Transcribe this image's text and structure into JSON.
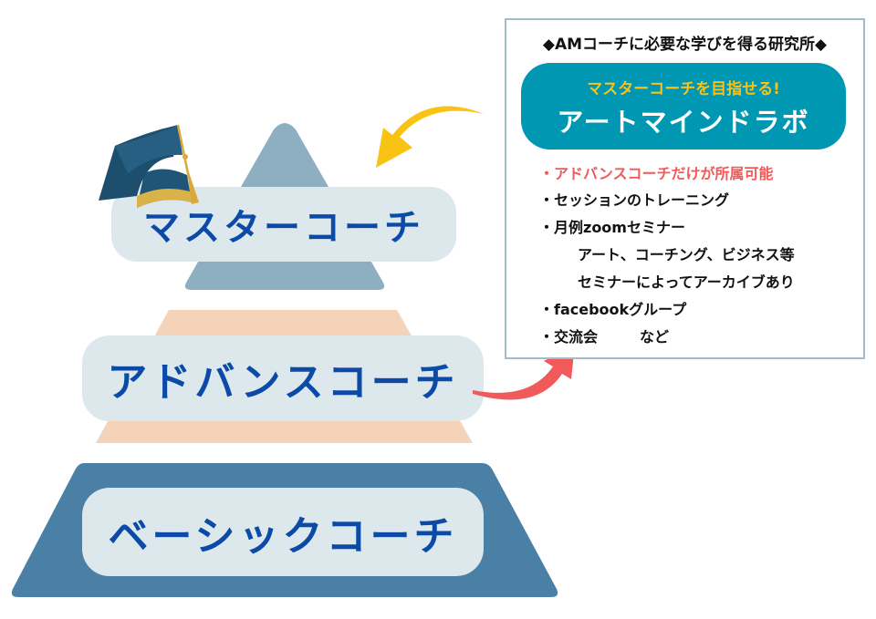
{
  "pyramid": {
    "levels": [
      {
        "label": "マスターコーチ"
      },
      {
        "label": "アドバンスコーチ"
      },
      {
        "label": "ベーシックコーチ"
      }
    ]
  },
  "info_box": {
    "title": "◆AMコーチに必要な学びを得る研究所◆",
    "banner_sub": "マスターコーチを目指せる!",
    "banner_main": "アートマインドラボ",
    "bullet": "・",
    "items": [
      {
        "text": "アドバンスコーチだけが所属可能"
      },
      {
        "text": "セッションのトレーニング"
      },
      {
        "text": "月例zoomセミナー"
      },
      {
        "text": "アート、コーチング、ビジネス等"
      },
      {
        "text": "セミナーによってアーカイブあり"
      },
      {
        "text": "facebookグループ"
      },
      {
        "text": "交流会"
      },
      {
        "text": "など"
      }
    ]
  },
  "colors": {
    "top_tier": "#8eafc2",
    "middle_tier": "#f4d3b8",
    "bottom_tier": "#4a7fa6",
    "label_bg": "#dde8ec",
    "label_text": "#0b4aa6",
    "banner": "#0097b2",
    "highlight": "#f05a5a",
    "arrow_yellow": "#f9c313"
  }
}
